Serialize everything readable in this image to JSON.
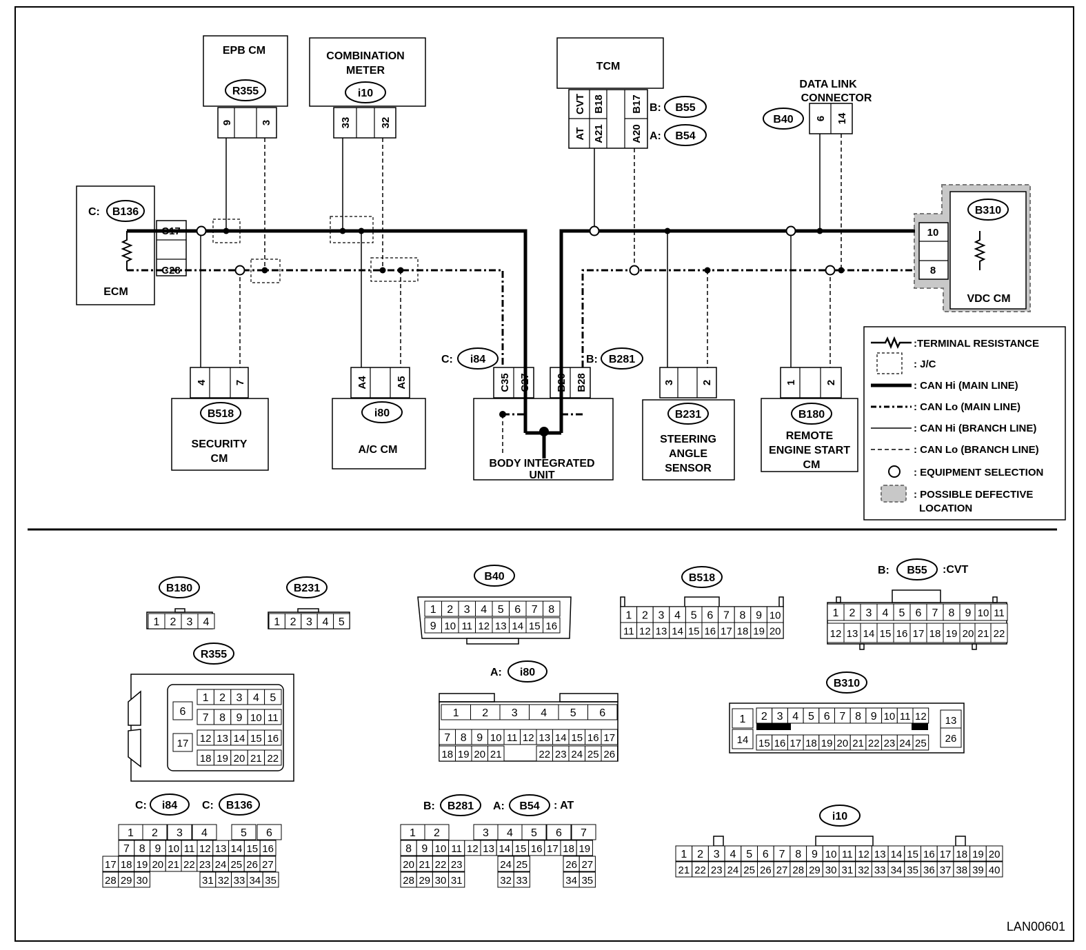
{
  "modules": {
    "epb_cm": "EPB CM",
    "combination_meter_1": "COMBINATION",
    "combination_meter_2": "METER",
    "tcm": "TCM",
    "dlc_1": "DATA LINK",
    "dlc_2": "CONNECTOR",
    "ecm": "ECM",
    "vdc_cm": "VDC CM",
    "security_cm_1": "SECURITY",
    "security_cm_2": "CM",
    "ac_cm": "A/C CM",
    "biu_1": "BODY INTEGRATED",
    "biu_2": "UNIT",
    "steering_1": "STEERING",
    "steering_2": "ANGLE",
    "steering_3": "SENSOR",
    "remote_1": "REMOTE",
    "remote_2": "ENGINE START",
    "remote_3": "CM"
  },
  "prefixes": {
    "a": "A:",
    "b": "B:",
    "c": "C:"
  },
  "suffixes": {
    "cvt": ":CVT",
    "at": ": AT"
  },
  "codes": {
    "b136": "B136",
    "r355": "R355",
    "i10": "i10",
    "b55": "B55",
    "b54": "B54",
    "b40": "B40",
    "b310": "B310",
    "b518": "B518",
    "i80": "i80",
    "i84": "i84",
    "b281": "B281",
    "b231": "B231",
    "b180": "B180"
  },
  "pins": {
    "c17": "C17",
    "c28": "C28",
    "p10": "10",
    "p8": "8",
    "p9": "9",
    "p3": "3",
    "p33": "33",
    "p32": "32",
    "cvt": "CVT",
    "b18": "B18",
    "b17": "B17",
    "at": "AT",
    "a21": "A21",
    "a20": "A20",
    "p6": "6",
    "p14": "14",
    "p4": "4",
    "p7": "7",
    "a4": "A4",
    "a5": "A5",
    "c35": "C35",
    "c27": "C27",
    "b20": "B20",
    "b28": "B28",
    "p2": "2",
    "p1": "1"
  },
  "legend": [
    ":TERMINAL RESISTANCE",
    ": J/C",
    ": CAN Hi (MAIN LINE)",
    ": CAN Lo (MAIN LINE)",
    ": CAN Hi (BRANCH LINE)",
    ": CAN Lo (BRANCH LINE)",
    ": EQUIPMENT SELECTION",
    ": POSSIBLE DEFECTIVE",
    "LOCATION"
  ],
  "connector_faces": {
    "B180": [
      [
        "1",
        "2",
        "3",
        "4"
      ]
    ],
    "B231": [
      [
        "1",
        "2",
        "3",
        "4",
        "5"
      ]
    ],
    "B40": [
      [
        "1",
        "2",
        "3",
        "4",
        "5",
        "6",
        "7",
        "8"
      ],
      [
        "9",
        "10",
        "11",
        "12",
        "13",
        "14",
        "15",
        "16"
      ]
    ],
    "B518": [
      [
        "1",
        "2",
        "3",
        "4",
        "5",
        "6",
        "7",
        "8",
        "9",
        "10"
      ],
      [
        "11",
        "12",
        "13",
        "14",
        "15",
        "16",
        "17",
        "18",
        "19",
        "20"
      ]
    ],
    "B55": [
      [
        "1",
        "2",
        "3",
        "4",
        "5",
        "6",
        "7",
        "8",
        "9",
        "10",
        "11"
      ],
      [
        "12",
        "13",
        "14",
        "15",
        "16",
        "17",
        "18",
        "19",
        "20",
        "21",
        "22"
      ]
    ],
    "R355": [
      [
        "6",
        "1",
        "2",
        "3",
        "4",
        "5"
      ],
      [
        "7",
        "8",
        "9",
        "10",
        "11"
      ],
      [
        "17",
        "12",
        "13",
        "14",
        "15",
        "16"
      ],
      [
        "18",
        "19",
        "20",
        "21",
        "22"
      ]
    ],
    "i80": [
      [
        "1",
        "2",
        "3",
        "4",
        "5",
        "6"
      ],
      [
        "7",
        "8",
        "9",
        "10",
        "11",
        "12",
        "13",
        "14",
        "15",
        "16",
        "17"
      ],
      [
        "18",
        "19",
        "20",
        "21",
        "22",
        "23",
        "24",
        "25",
        "26"
      ]
    ],
    "B310": [
      [
        "1",
        "2",
        "3",
        "4",
        "5",
        "6",
        "7",
        "8",
        "9",
        "10",
        "11",
        "12",
        "13"
      ],
      [
        "14",
        "15",
        "16",
        "17",
        "18",
        "19",
        "20",
        "21",
        "22",
        "23",
        "24",
        "25",
        "26"
      ]
    ],
    "C_i84_B136": [
      [
        "1",
        "2",
        "3",
        "4",
        "5",
        "6"
      ],
      [
        "7",
        "8",
        "9",
        "10",
        "11",
        "12",
        "13",
        "14",
        "15",
        "16"
      ],
      [
        "17",
        "18",
        "19",
        "20",
        "21",
        "22",
        "23",
        "24",
        "25",
        "26",
        "27"
      ],
      [
        "28",
        "29",
        "30",
        "31",
        "32",
        "33",
        "34",
        "35"
      ]
    ],
    "B281_B54": [
      [
        "1",
        "2",
        "3",
        "4",
        "5",
        "6",
        "7"
      ],
      [
        "8",
        "9",
        "10",
        "11",
        "12",
        "13",
        "14",
        "15",
        "16",
        "17",
        "18",
        "19"
      ],
      [
        "20",
        "21",
        "22",
        "23",
        "24",
        "25",
        "26",
        "27"
      ],
      [
        "28",
        "29",
        "30",
        "31",
        "32",
        "33",
        "34",
        "35"
      ]
    ],
    "i10": [
      [
        "1",
        "2",
        "3",
        "4",
        "5",
        "6",
        "7",
        "8",
        "9",
        "10",
        "11",
        "12",
        "13",
        "14",
        "15",
        "16",
        "17",
        "18",
        "19",
        "20"
      ],
      [
        "21",
        "22",
        "23",
        "24",
        "25",
        "26",
        "27",
        "28",
        "29",
        "30",
        "31",
        "32",
        "33",
        "34",
        "35",
        "36",
        "37",
        "38",
        "39",
        "40"
      ]
    ]
  },
  "footer": {
    "code": "LAN00601"
  }
}
